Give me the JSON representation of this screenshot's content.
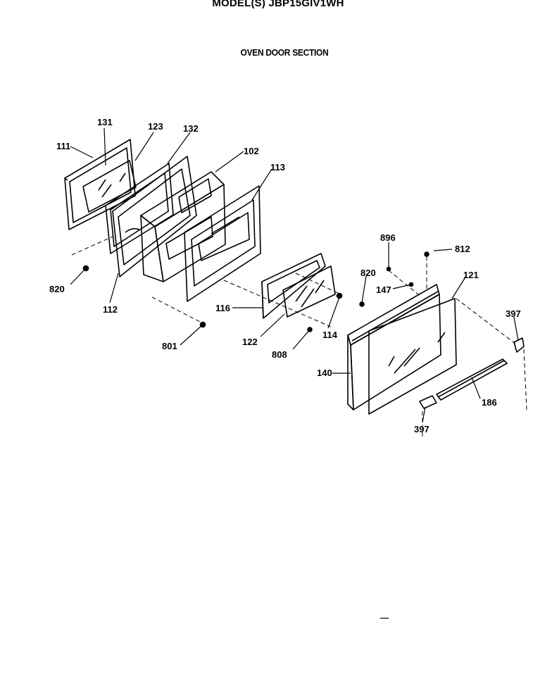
{
  "header": {
    "model": "MODEL(S) JBP15GIV1WH",
    "section": "OVEN DOOR SECTION"
  },
  "parts": [
    {
      "id": "p111",
      "label": "111"
    },
    {
      "id": "p131",
      "label": "131"
    },
    {
      "id": "p123",
      "label": "123"
    },
    {
      "id": "p132",
      "label": "132"
    },
    {
      "id": "p102",
      "label": "102"
    },
    {
      "id": "p113",
      "label": "113"
    },
    {
      "id": "p820a",
      "label": "820"
    },
    {
      "id": "p112",
      "label": "112"
    },
    {
      "id": "p116",
      "label": "116"
    },
    {
      "id": "p801",
      "label": "801"
    },
    {
      "id": "p122",
      "label": "122"
    },
    {
      "id": "p808",
      "label": "808"
    },
    {
      "id": "p114",
      "label": "114"
    },
    {
      "id": "p820b",
      "label": "820"
    },
    {
      "id": "p896",
      "label": "896"
    },
    {
      "id": "p812",
      "label": "812"
    },
    {
      "id": "p147",
      "label": "147"
    },
    {
      "id": "p121",
      "label": "121"
    },
    {
      "id": "p397a",
      "label": "397"
    },
    {
      "id": "p140",
      "label": "140"
    },
    {
      "id": "p186",
      "label": "186"
    },
    {
      "id": "p397b",
      "label": "397"
    }
  ]
}
